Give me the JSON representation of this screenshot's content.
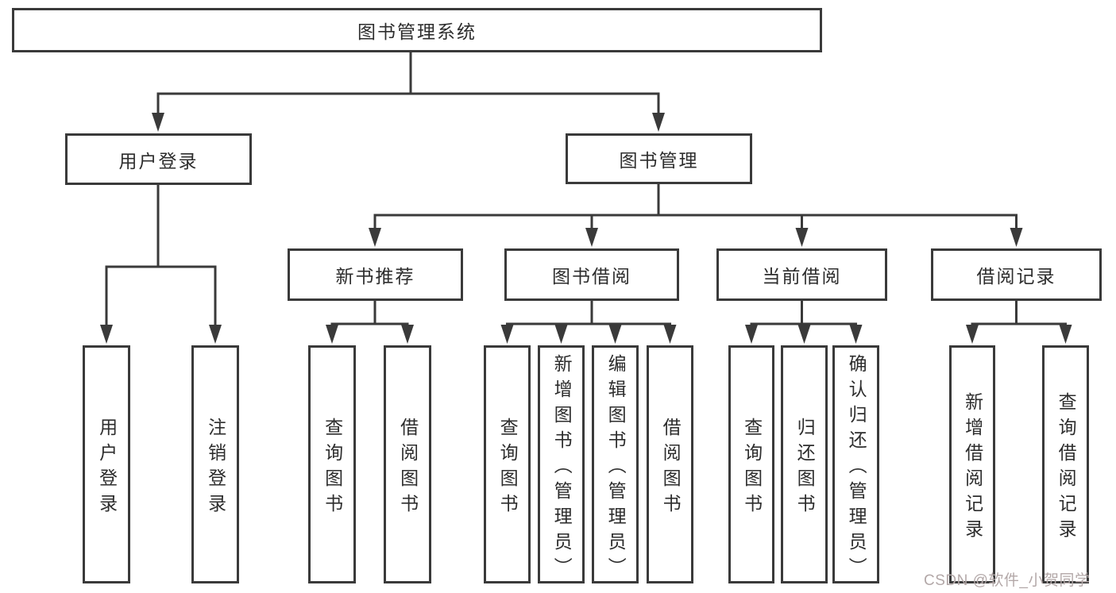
{
  "tree": {
    "root": {
      "label": "图书管理系统"
    },
    "level2": [
      {
        "label": "用户登录"
      },
      {
        "label": "图书管理"
      }
    ],
    "level3": [
      {
        "label": "新书推荐"
      },
      {
        "label": "图书借阅"
      },
      {
        "label": "当前借阅"
      },
      {
        "label": "借阅记录"
      }
    ],
    "leaves": [
      {
        "label": "用户登录"
      },
      {
        "label": "注销登录"
      },
      {
        "label": "查询图书"
      },
      {
        "label": "借阅图书"
      },
      {
        "label": "查询图书"
      },
      {
        "label": "新增图书（管理员）"
      },
      {
        "label": "编辑图书（管理员）"
      },
      {
        "label": "借阅图书"
      },
      {
        "label": "查询图书"
      },
      {
        "label": "归还图书"
      },
      {
        "label": "确认归还（管理员）"
      },
      {
        "label": "新增借阅记录"
      },
      {
        "label": "查询借阅记录"
      }
    ]
  },
  "watermark": "CSDN @软件_小贺同学"
}
